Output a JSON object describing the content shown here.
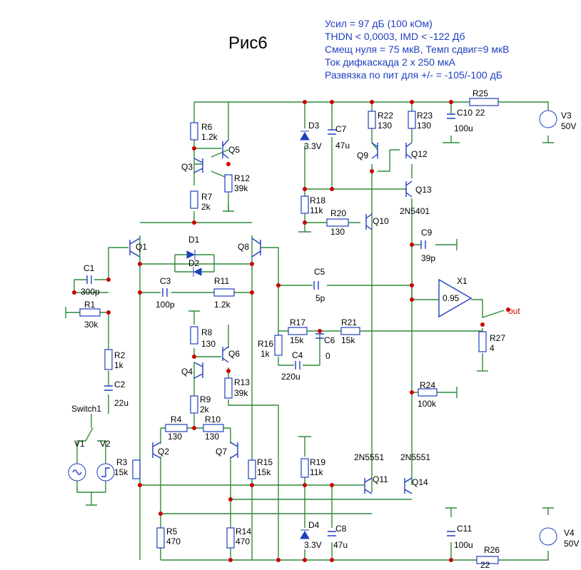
{
  "figure": {
    "title": "Рис6",
    "notes": [
      "Усил = 97 дБ (100 кОм)",
      "THDN < 0,0003, IMD < -122 Дб",
      "Смещ нуля = 75 мкВ, Темп сдвиг=9 мкВ",
      "Ток дифкаскада 2 х 250 мкА",
      "Развязка по пит для +/- = -105/-100 дБ"
    ]
  },
  "parts": {
    "R6": {
      "ref": "R6",
      "val": "1.2k"
    },
    "Q5": {
      "ref": "Q5"
    },
    "Q3": {
      "ref": "Q3"
    },
    "R12": {
      "ref": "R12",
      "val": "39k"
    },
    "R7": {
      "ref": "R7",
      "val": "2k"
    },
    "D3": {
      "ref": "D3",
      "val": "3.3V"
    },
    "C7": {
      "ref": "C7",
      "val": "47u"
    },
    "R22": {
      "ref": "R22",
      "val": "130"
    },
    "R23": {
      "ref": "R23",
      "val": "130"
    },
    "C10": {
      "ref": "C10",
      "val": "100u"
    },
    "R25": {
      "ref": "R25",
      "val": "22"
    },
    "V3": {
      "ref": "V3",
      "val": "50V"
    },
    "Q9": {
      "ref": "Q9"
    },
    "Q12": {
      "ref": "Q12"
    },
    "Q13": {
      "ref": "Q13",
      "val": "2N5401"
    },
    "R18": {
      "ref": "R18",
      "val": "11k"
    },
    "R20": {
      "ref": "R20",
      "val": "130"
    },
    "Q10": {
      "ref": "Q10"
    },
    "C9": {
      "ref": "C9",
      "val": "39p"
    },
    "Q1": {
      "ref": "Q1"
    },
    "Q8": {
      "ref": "Q8"
    },
    "D1": {
      "ref": "D1"
    },
    "D2": {
      "ref": "D2"
    },
    "C1": {
      "ref": "C1",
      "val": "300p"
    },
    "C3": {
      "ref": "C3",
      "val": "100p"
    },
    "R11": {
      "ref": "R11",
      "val": "1.2k"
    },
    "C5": {
      "ref": "C5",
      "val": "5p"
    },
    "X1": {
      "ref": "X1",
      "val": "0.95"
    },
    "out": {
      "ref": "out"
    },
    "R1": {
      "ref": "R1",
      "val": "30k"
    },
    "R8": {
      "ref": "R8",
      "val": "130"
    },
    "R17": {
      "ref": "R17",
      "val": "15k"
    },
    "R21": {
      "ref": "R21",
      "val": "15k"
    },
    "C6": {
      "ref": "C6",
      "val": "0"
    },
    "R16": {
      "ref": "R16",
      "val": "1k"
    },
    "C4": {
      "ref": "C4",
      "val": "220u"
    },
    "R27": {
      "ref": "R27",
      "val": "4"
    },
    "Q6": {
      "ref": "Q6"
    },
    "Q4": {
      "ref": "Q4"
    },
    "R2": {
      "ref": "R2",
      "val": "1k"
    },
    "R13": {
      "ref": "R13",
      "val": "39k"
    },
    "C2": {
      "ref": "C2",
      "val": "22u"
    },
    "R24": {
      "ref": "R24",
      "val": "100k"
    },
    "R9": {
      "ref": "R9",
      "val": "2k"
    },
    "Switch1": {
      "ref": "Switch1"
    },
    "R4": {
      "ref": "R4",
      "val": "130"
    },
    "R10": {
      "ref": "R10",
      "val": "130"
    },
    "V1": {
      "ref": "V1"
    },
    "V2": {
      "ref": "V2"
    },
    "Q2": {
      "ref": "Q2"
    },
    "Q7": {
      "ref": "Q7"
    },
    "R3": {
      "ref": "R3",
      "val": "15k"
    },
    "R15": {
      "ref": "R15",
      "val": "15k"
    },
    "R19": {
      "ref": "R19",
      "val": "11k"
    },
    "Q11": {
      "ref": "Q11",
      "val": "2N5551"
    },
    "Q14": {
      "ref": "Q14",
      "val": "2N5551"
    },
    "R5": {
      "ref": "R5",
      "val": "470"
    },
    "R14": {
      "ref": "R14",
      "val": "470"
    },
    "D4": {
      "ref": "D4",
      "val": "3.3V"
    },
    "C8": {
      "ref": "C8",
      "val": "47u"
    },
    "C11": {
      "ref": "C11",
      "val": "100u"
    },
    "R26": {
      "ref": "R26",
      "val": "22"
    },
    "V4": {
      "ref": "V4",
      "val": "50V"
    }
  },
  "colors": {
    "wire": "#2e8b3a",
    "component": "#1f3fbf",
    "node": "#cc0000",
    "note": "#1f3fbf"
  }
}
